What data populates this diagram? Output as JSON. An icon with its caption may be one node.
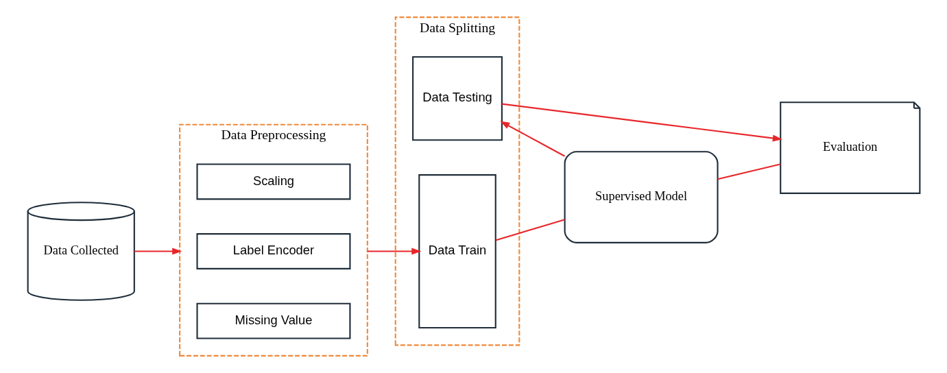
{
  "diagram": {
    "nodes": [
      {
        "text": [
          "Data Collected"
        ]
      },
      {
        "text": [
          "Data Preprocessing"
        ]
      },
      {
        "text": [
          "Missing Value"
        ],
        "in": 1
      },
      {
        "text": [
          "Label Encoder"
        ],
        "in": 1
      },
      {
        "text": [
          "Scaling"
        ],
        "in": 1
      },
      {
        "text": [
          "Data Splitting"
        ]
      },
      {
        "text": [
          "Data Train"
        ],
        "in": 5
      },
      {
        "text": [
          "Data Testing"
        ],
        "in": 5
      },
      {
        "text": [
          "Supervised Model"
        ]
      },
      {
        "text": [
          "Evaluation"
        ]
      }
    ],
    "edges": [
      {
        "from": 0,
        "to": 1,
        "arrow": "to"
      },
      {
        "from": 1,
        "to": 6,
        "arrow": "to"
      },
      {
        "from": 6,
        "to": 8,
        "arrow": "none"
      },
      {
        "from": 8,
        "to": 9,
        "arrow": "none"
      },
      {
        "from": 8,
        "to": 7,
        "arrow": "to"
      },
      {
        "from": 7,
        "to": 9,
        "arrow": "to"
      }
    ]
  }
}
